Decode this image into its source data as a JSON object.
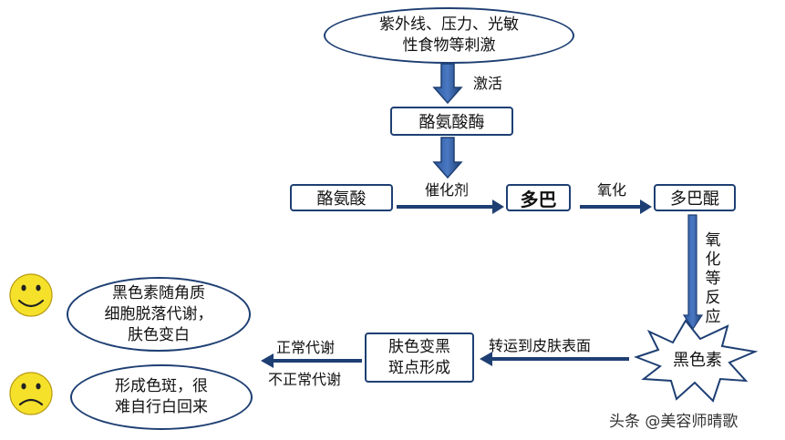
{
  "nodes": {
    "stimuli_line1": "紫外线、压力、光敏",
    "stimuli_line2": "性食物等刺激",
    "tyrosinase": "酪氨酸酶",
    "tyrosine": "酪氨酸",
    "dopa": "多巴",
    "dopaquinone": "多巴醌",
    "melanin": "黑色素",
    "darkening_line1": "肤色变黑",
    "darkening_line2": "斑点形成",
    "normal_line1": "黑色素随角质",
    "normal_line2": "细胞脱落代谢，",
    "normal_line3": "肤色变白",
    "abnormal_line1": "形成色斑，很",
    "abnormal_line2": "难自行白回来"
  },
  "edges": {
    "activate": "激活",
    "catalyst": "催化剂",
    "oxidation": "氧化",
    "oxidation_etc": "氧化等反应",
    "transport": "转运到皮肤表面",
    "normal_metabolism": "正常代谢",
    "abnormal_metabolism": "不正常代谢"
  },
  "icons": {
    "happy": "smiley-face-icon",
    "sad": "sad-face-icon"
  },
  "colors": {
    "arrow": "#1e3f73",
    "border": "#1e3f73",
    "face": "#f5e12a"
  },
  "watermark": "头条 @美容师晴歌"
}
